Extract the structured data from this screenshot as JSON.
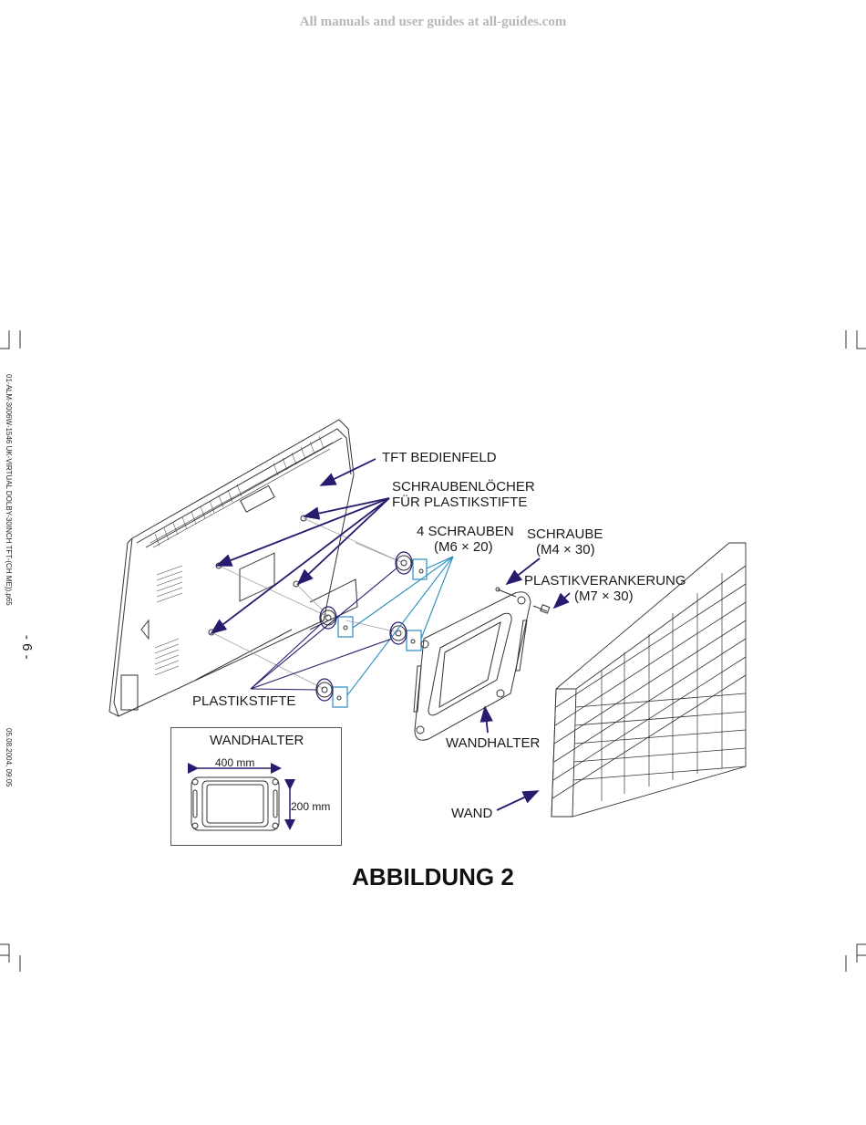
{
  "watermark": "All manuals and user guides at all-guides.com",
  "side_text": {
    "file": "01-ALM-3006W-1546 UK-VIRTUAL DOLBY-30INCH TFT-(CH ME)).p65",
    "page_marker": "6",
    "date": "05.08.2004, 09:05"
  },
  "page_number": "- 6 -",
  "labels": {
    "tft_panel": "TFT BEDIENFELD",
    "screw_holes_line1": "SCHRAUBENLÖCHER",
    "screw_holes_line2": "FÜR PLASTIKSTIFTE",
    "four_screws_line1": "4 SCHRAUBEN",
    "four_screws_line2": "(M6 × 20)",
    "screw_line1": "SCHRAUBE",
    "screw_line2": "(M4 × 30)",
    "anchor_line1": "PLASTIKVERANKERUNG",
    "anchor_line2": "(M7 × 30)",
    "plastic_pins": "PLASTIKSTIFTE",
    "bracket": "WANDHALTER",
    "wall": "WAND"
  },
  "inset": {
    "title": "WANDHALTER",
    "width_dim": "400 mm",
    "height_dim": "200 mm"
  },
  "caption": "ABBILDUNG 2",
  "colors": {
    "arrow": "#2a1a6e",
    "callout_blue": "#2a8cc0",
    "line_art": "#333333"
  }
}
